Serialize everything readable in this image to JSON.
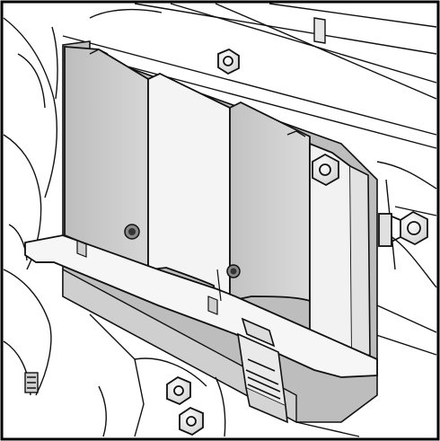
{
  "illustration": {
    "subject": "bracket-mounted-module-assembly",
    "colors": {
      "outline": "#111111",
      "panel_fill": "#c9c9c9",
      "panel_shade": "#a9a9a9",
      "background": "#ffffff",
      "frame_border": "#000000"
    },
    "components": [
      {
        "name": "left-cover-panel"
      },
      {
        "name": "center-plate"
      },
      {
        "name": "right-cover-panel"
      },
      {
        "name": "mounting-bracket"
      },
      {
        "name": "hex-bolt-top"
      },
      {
        "name": "hex-bolt-right"
      },
      {
        "name": "hex-bolt-outer-right"
      },
      {
        "name": "hex-bolt-bottom"
      },
      {
        "name": "connector-plug"
      }
    ]
  }
}
